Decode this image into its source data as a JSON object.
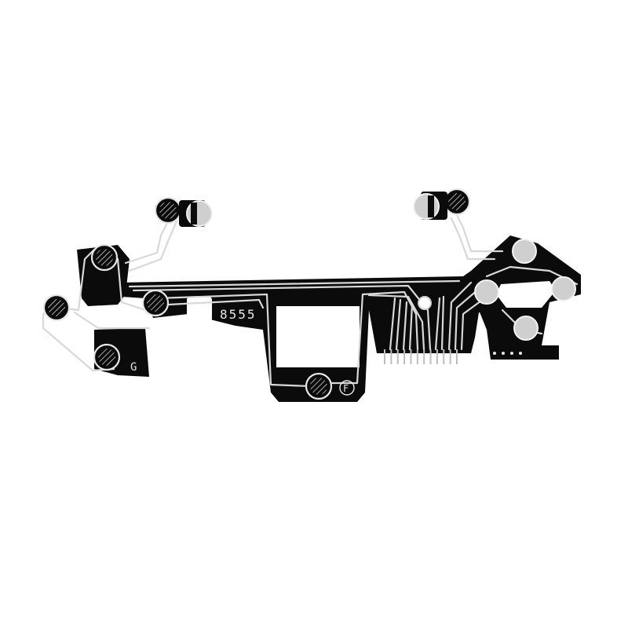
{
  "image": {
    "subject": "flex-ribbon-membrane-circuit",
    "colors": {
      "background": "#ffffff",
      "board": "#0b0b0b",
      "traces": "#d8d8d8",
      "contacts": "#cfcfcf"
    }
  },
  "silkscreen": {
    "part_code": "8555",
    "left_mark": "G",
    "center_mark": "F"
  },
  "connector": {
    "pin_count": 12
  },
  "indicator_dots": {
    "count": 4
  }
}
